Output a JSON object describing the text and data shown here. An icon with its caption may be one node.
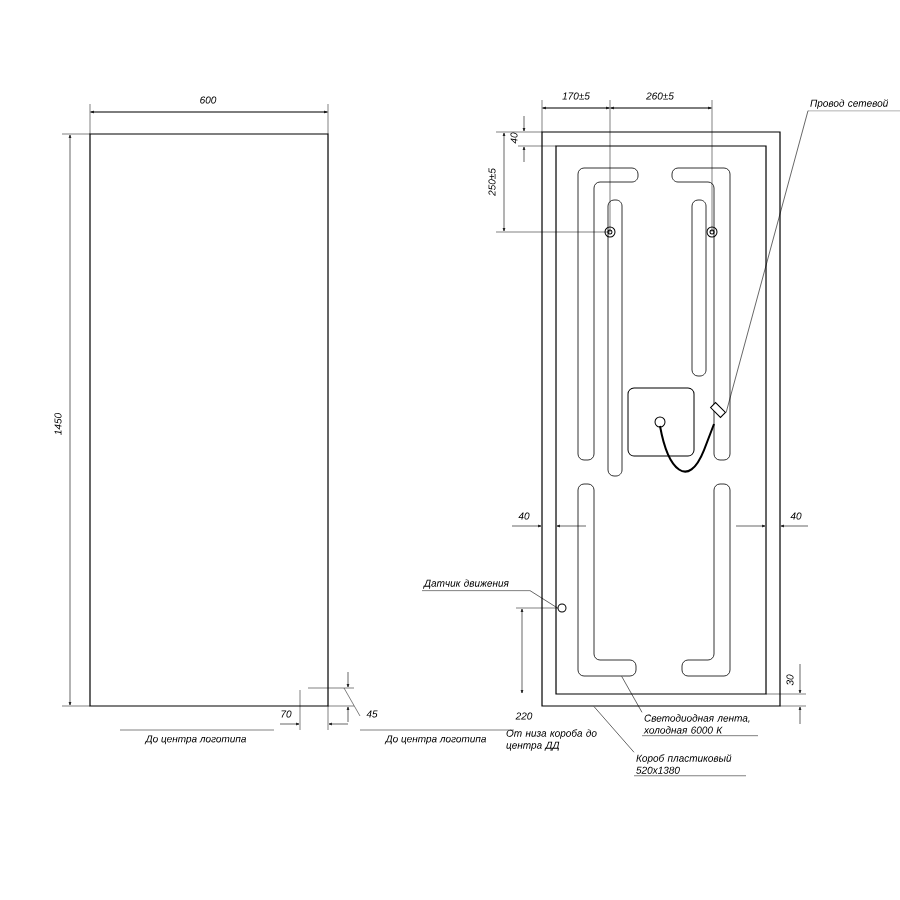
{
  "diagram": {
    "nodes": [
      {
        "text": [],
        "shape": "box"
      },
      {
        "text": [
          "Провод сетевой"
        ]
      },
      {
        "text": [],
        "shape": "plug",
        "in": 0
      },
      {
        "text": [
          "Датчик движения"
        ]
      },
      {
        "text": [],
        "shape": "circle",
        "in": 0
      },
      {
        "text": [],
        "shape": "bar",
        "in": 0
      },
      {
        "text": [
          "Светодиодная лента, холодная 6000 К"
        ]
      },
      {
        "text": [
          "Короб пластиковый 520х1380"
        ]
      }
    ],
    "edges": [
      {
        "from": 1,
        "to": 2,
        "arrow": "none"
      },
      {
        "from": 3,
        "to": 4,
        "arrow": "none"
      },
      {
        "from": 6,
        "to": 5,
        "arrow": "none"
      },
      {
        "from": 7,
        "to": 0,
        "arrow": "none"
      }
    ],
    "labels": [
      "600",
      "1450",
      "70",
      "До центра логотипа",
      "45",
      "До центра логотипа",
      "170±5",
      "260±5",
      "40",
      "250±5",
      "40",
      "40",
      "220",
      "От низа короба до центра ДД",
      "30"
    ]
  }
}
